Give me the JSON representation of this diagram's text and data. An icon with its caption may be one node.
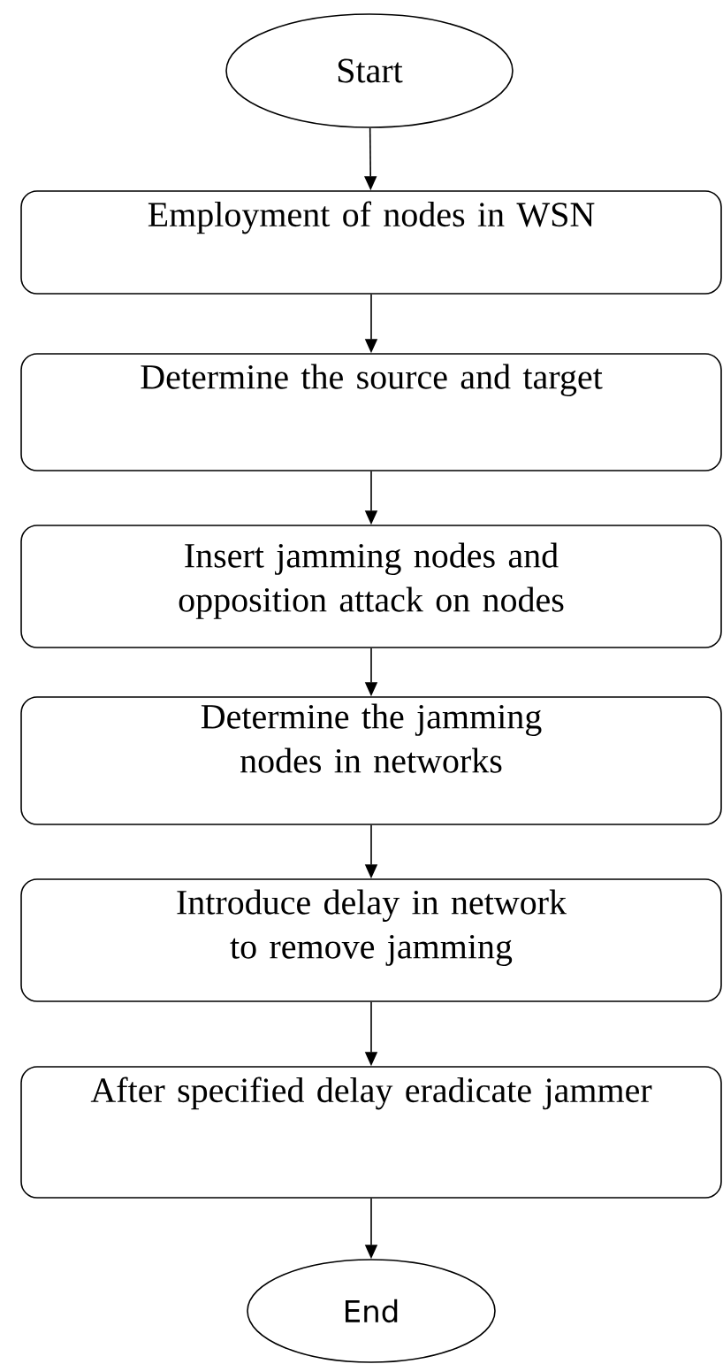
{
  "diagram": {
    "nodes": [
      {
        "text": [
          "Start"
        ]
      },
      {
        "text": [
          "Employment of nodes in WSN"
        ]
      },
      {
        "text": [
          "Determine the source and target"
        ]
      },
      {
        "text": [
          "Insert jamming nodes and opposition attack on nodes"
        ]
      },
      {
        "text": [
          "Determine the jamming nodes in networks"
        ]
      },
      {
        "text": [
          "Introduce delay in network to remove jamming"
        ]
      },
      {
        "text": [
          "After specified delay eradicate jammer"
        ]
      },
      {
        "text": [
          "End"
        ]
      }
    ],
    "edges": [
      {
        "from": 0,
        "to": 1,
        "arrow": "to"
      },
      {
        "from": 1,
        "to": 2,
        "arrow": "to"
      },
      {
        "from": 2,
        "to": 3,
        "arrow": "to"
      },
      {
        "from": 3,
        "to": 4,
        "arrow": "to"
      },
      {
        "from": 4,
        "to": 5,
        "arrow": "to"
      },
      {
        "from": 5,
        "to": 6,
        "arrow": "to"
      },
      {
        "from": 6,
        "to": 7,
        "arrow": "to"
      }
    ]
  }
}
